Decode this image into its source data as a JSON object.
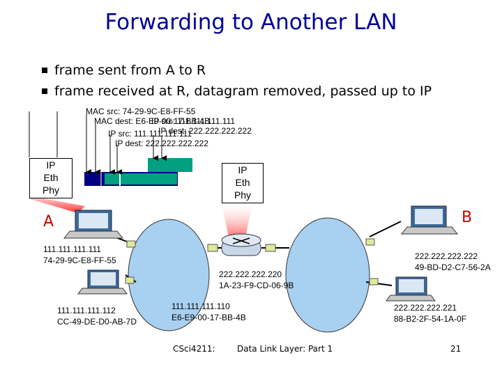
{
  "title": "Forwarding to Another LAN",
  "bullets": [
    "frame sent from A to R",
    "frame received at R, datagram removed, passed up to IP"
  ],
  "frame_headers": {
    "mac_src": "MAC src: 74-29-9C-E8-FF-55",
    "mac_dest": "MAC dest: E6-E9-00-17-BB-4B",
    "ip_src_overlap": "IP src: 111.111.111.111",
    "ip_src": "IP src: 111.111.111.111",
    "ip_dest_overlap": "IP dest: 222.222.222.222",
    "ip_dest": "IP dest: 222.222.222.222"
  },
  "stack_left": [
    "IP",
    "Eth",
    "Phy"
  ],
  "stack_right": [
    "IP",
    "Eth",
    "Phy"
  ],
  "host_labels": {
    "a": "A",
    "b": "B"
  },
  "hosts": {
    "a": {
      "ip": "111.111.111.111",
      "mac": "74-29-9C-E8-FF-55"
    },
    "a2": {
      "ip": "111.111.111.112",
      "mac": "CC-49-DE-D0-AB-7D"
    },
    "router_left": {
      "ip": "111.111.111.110",
      "mac": "E6-E9-00-17-BB-4B"
    },
    "router_right": {
      "ip": "222.222.222.220",
      "mac": "1A-23-F9-CD-06-9B"
    },
    "b": {
      "ip": "222.222.222.222",
      "mac": "49-BD-D2-C7-56-2A"
    },
    "b2": {
      "ip": "222.222.222.221",
      "mac": "88-B2-2F-54-1A-0F"
    }
  },
  "footer": {
    "course": "CSci4211:",
    "topic": "Data Link Layer: Part 1",
    "page": "21"
  },
  "colors": {
    "title": "#000099",
    "accent": "#cc0000",
    "ip_packet": "#00a080",
    "frame": "#000080",
    "lan": "#a8d0f0"
  }
}
